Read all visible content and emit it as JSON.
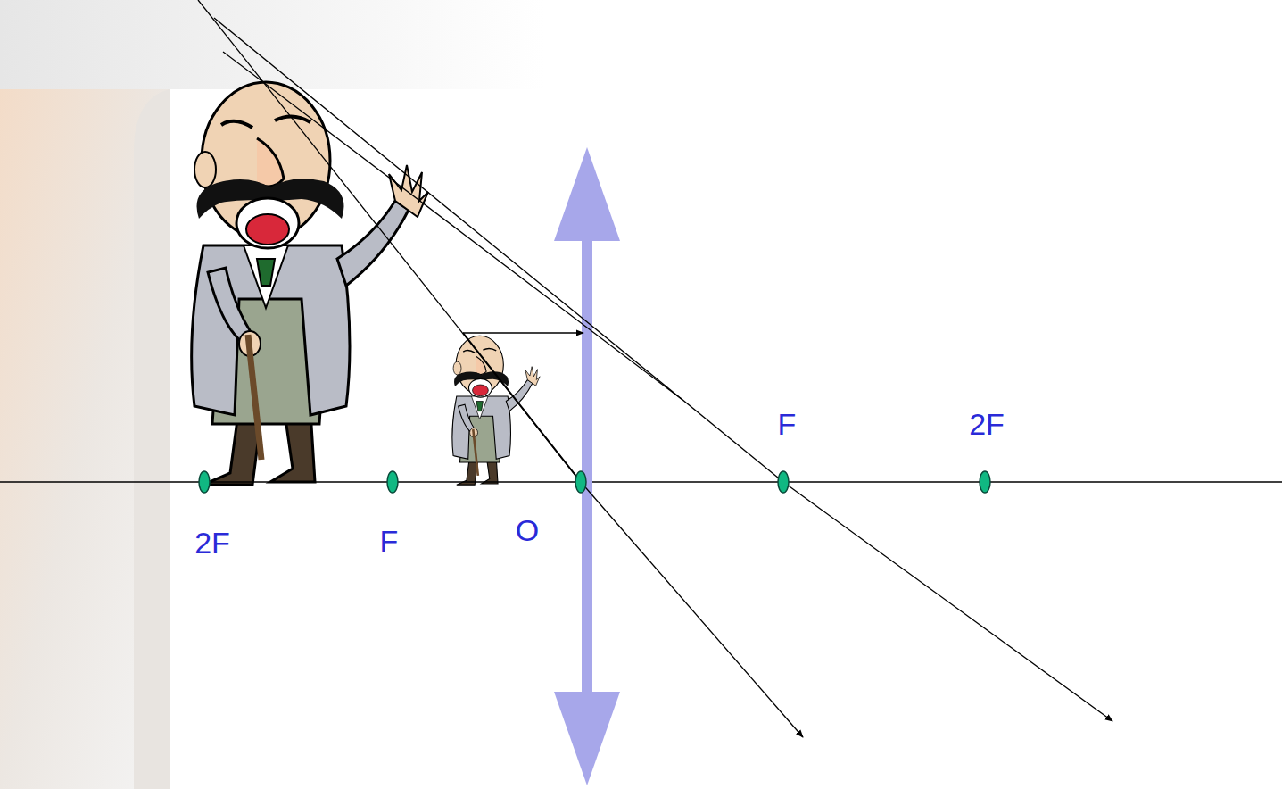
{
  "diagram": {
    "labels": [
      "F",
      "2F",
      "2F",
      "F",
      "O"
    ]
  }
}
